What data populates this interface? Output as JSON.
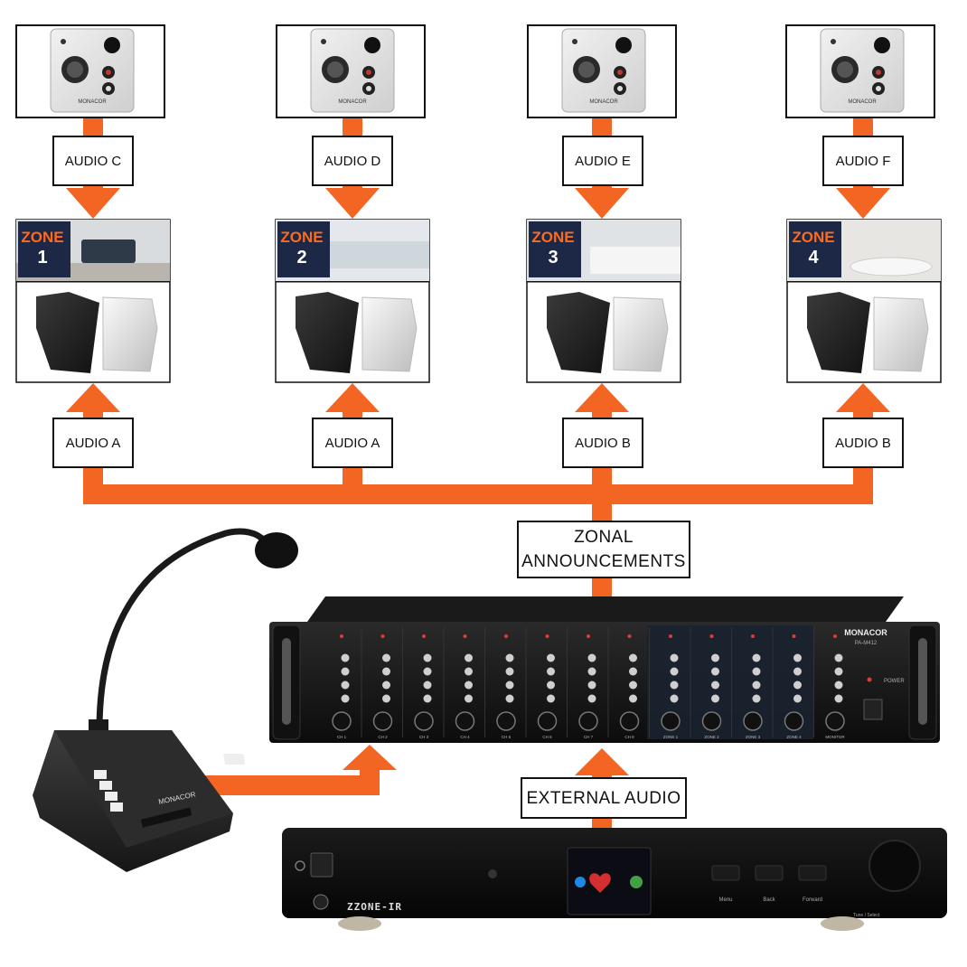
{
  "colors": {
    "arrow": "#f26522",
    "box_border": "#111111",
    "zone_badge_bg": "#1c2846",
    "zone_badge_text": "#ff6a1a"
  },
  "top_labels": [
    "AUDIO C",
    "AUDIO D",
    "AUDIO E",
    "AUDIO F"
  ],
  "bottom_labels": [
    "AUDIO A",
    "AUDIO A",
    "AUDIO B",
    "AUDIO B"
  ],
  "zones": [
    {
      "word": "ZONE",
      "number": "1"
    },
    {
      "word": "ZONE",
      "number": "2"
    },
    {
      "word": "ZONE",
      "number": "3"
    },
    {
      "word": "ZONE",
      "number": "4"
    }
  ],
  "zonal_announcements": {
    "line1": "ZONAL",
    "line2": "ANNOUNCEMENTS"
  },
  "external_audio": "EXTERNAL AUDIO",
  "brand": "MONACOR",
  "amp_model": "PA-M412",
  "amp_channels": [
    "CH 1",
    "CH 2",
    "CH 3",
    "CH 4",
    "CH 5",
    "CH 6",
    "CH 7",
    "CH 8",
    "ZONE 1",
    "ZONE 2",
    "ZONE 3",
    "ZONE 4",
    "MONITOR"
  ],
  "amp_power": "POWER",
  "tuner_logo": "ZZONE-IR",
  "tuner_buttons": [
    "Menu",
    "Back",
    "Forward"
  ],
  "tuner_knob_label": "Tune / Select"
}
